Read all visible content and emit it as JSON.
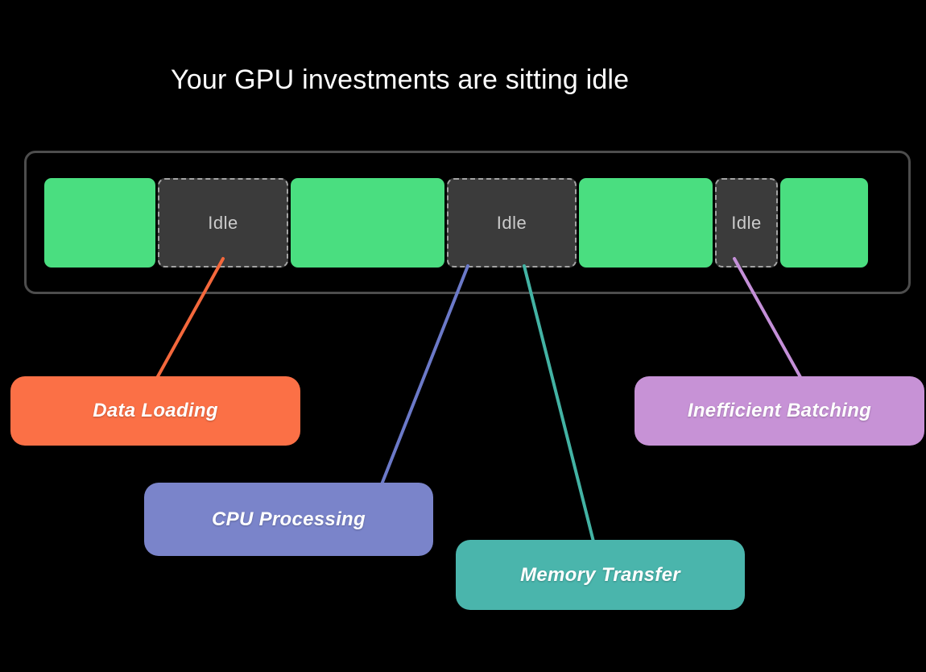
{
  "title": "Your GPU investments are sitting idle",
  "colors": {
    "background": "#000000",
    "title_text": "#ffffff",
    "gpu_active_block": "#4ade80",
    "idle_block_bg": "#3b3b3b",
    "idle_block_border": "#a3a3a3",
    "idle_block_text": "#cbcbcb",
    "frame_border": "#4d4d4d",
    "data_loading": "#fb7046",
    "cpu_processing": "#7a84ca",
    "memory_transfer": "#4ab5ac",
    "inefficient_batching": "#c792d6"
  },
  "timeline": {
    "blocks": [
      {
        "type": "active",
        "label": ""
      },
      {
        "type": "idle",
        "label": "Idle"
      },
      {
        "type": "active",
        "label": ""
      },
      {
        "type": "idle",
        "label": "Idle"
      },
      {
        "type": "active",
        "label": ""
      },
      {
        "type": "idle",
        "label": "Idle"
      },
      {
        "type": "active",
        "label": ""
      }
    ]
  },
  "callouts": [
    {
      "label": "Data Loading",
      "color": "#fb7046",
      "connects_to": "idle-block-1"
    },
    {
      "label": "CPU Processing",
      "color": "#7a84ca",
      "connects_to": "idle-block-2"
    },
    {
      "label": "Memory Transfer",
      "color": "#4ab5ac",
      "connects_to": "idle-block-2"
    },
    {
      "label": "Inefficient Batching",
      "color": "#c792d6",
      "connects_to": "idle-block-3"
    }
  ]
}
